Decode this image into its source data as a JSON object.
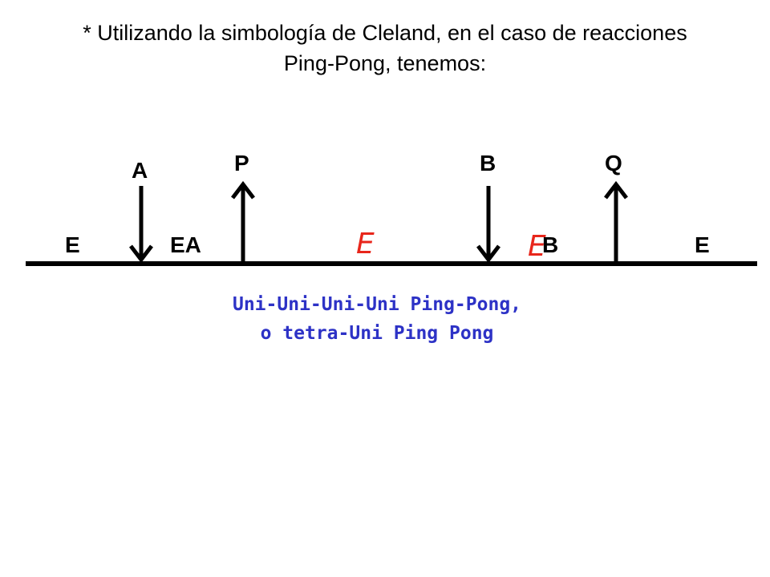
{
  "title": {
    "line1": "* Utilizando la simbología de Cleland, en el caso de reacciones",
    "line2": "Ping-Pong, tenemos:"
  },
  "substrates": {
    "a": "A",
    "b": "B"
  },
  "products": {
    "p": "P",
    "q": "Q"
  },
  "enzyme_forms": {
    "e_start": "E",
    "ea": "EA",
    "f": "E",
    "fb_prefix": "E",
    "fb_suffix": "B",
    "e_end": "E"
  },
  "caption": {
    "line1": "Uni-Uni-Uni-Uni Ping-Pong,",
    "line2": "o tetra-Uni Ping Pong"
  },
  "colors": {
    "text": "#000000",
    "red_enzyme": "#e8261b",
    "caption": "#2d32c6"
  }
}
